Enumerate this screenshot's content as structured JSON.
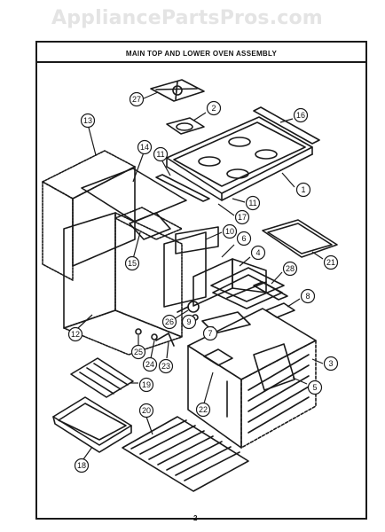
{
  "watermark": "AppliancePartsPros.com",
  "title": "MAIN TOP AND LOWER OVEN ASSEMBLY",
  "page_number": "2",
  "callouts": [
    "1",
    "2",
    "3",
    "4",
    "5",
    "6",
    "7",
    "8",
    "9",
    "10",
    "11",
    "11",
    "12",
    "13",
    "14",
    "15",
    "16",
    "17",
    "18",
    "19",
    "20",
    "21",
    "22",
    "23",
    "24",
    "25",
    "26",
    "27",
    "28"
  ]
}
